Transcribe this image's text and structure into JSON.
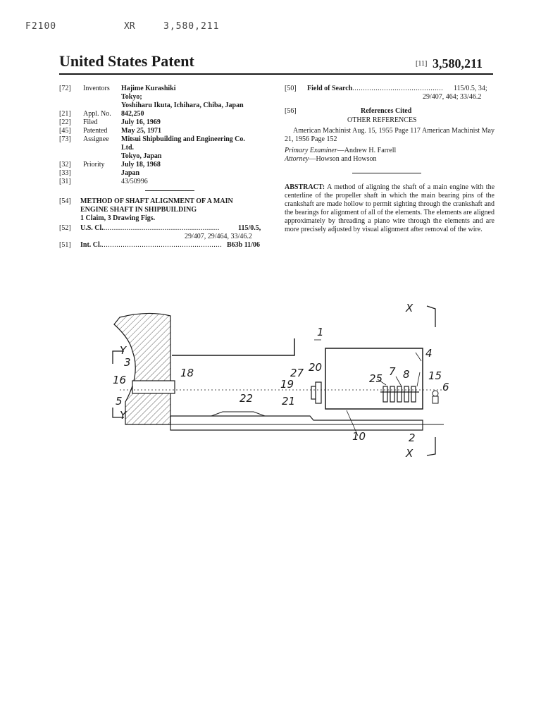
{
  "header": {
    "top_ids": "F2100",
    "xr_label": "XR",
    "xr_number": "3,580,211",
    "title": "United States Patent",
    "number_code": "[11]",
    "number": "3,580,211"
  },
  "left": {
    "inventors": {
      "code": "[72]",
      "label": "Inventors",
      "lines": [
        "Hajime Kurashiki",
        "Tokyo;",
        "Yoshiharu Ikuta, Ichihara, Chiba, Japan"
      ]
    },
    "appl": {
      "code": "[21]",
      "label": "Appl. No.",
      "value": "842,250"
    },
    "filed": {
      "code": "[22]",
      "label": "Filed",
      "value": "July 16, 1969"
    },
    "patented": {
      "code": "[45]",
      "label": "Patented",
      "value": "May 25, 1971"
    },
    "assignee": {
      "code": "[73]",
      "label": "Assignee",
      "lines": [
        "Mitsui Shipbuilding and Engineering Co.",
        "Ltd.",
        "Tokyo, Japan"
      ]
    },
    "priority": {
      "code": "[32]",
      "label": "Priority",
      "value": "July 18, 1968"
    },
    "country": {
      "code": "[33]",
      "value": "Japan"
    },
    "serial": {
      "code": "[31]",
      "value": "43/50996"
    },
    "title_block": {
      "code": "[54]",
      "lines": [
        "METHOD OF SHAFT ALIGNMENT OF A MAIN",
        "ENGINE SHAFT IN SHIPBUILDING"
      ],
      "claims": "1 Claim, 3 Drawing Figs."
    },
    "us_cl": {
      "code": "[52]",
      "label": "U.S. Cl.",
      "value": "115/0.5,",
      "value2": "29/407, 29/464, 33/46.2"
    },
    "int_cl": {
      "code": "[51]",
      "label": "Int. Cl.",
      "value": "B63b 11/06"
    }
  },
  "right": {
    "field": {
      "code": "[50]",
      "label": "Field of Search",
      "value": "115/0.5, 34;",
      "value2": "29/407, 464; 33/46.2"
    },
    "refs": {
      "code": "[56]",
      "heading": "References Cited",
      "subheading": "OTHER REFERENCES",
      "text": "American Machinist Aug. 15, 1955 Page 117 American Machinist May 21, 1956 Page 152"
    },
    "examiner": {
      "label": "Primary Examiner",
      "value": "—Andrew H. Farrell"
    },
    "attorney": {
      "label": "Attorney",
      "value": "—Howson and Howson"
    },
    "abstract": {
      "label": "ABSTRACT:",
      "text": "A method of aligning the shaft of a main engine with the centerline of the propeller shaft in which the main bearing pins of the crankshaft are made hollow to permit sighting through the crankshaft and the bearings for alignment of all of the elements. The elements are aligned approximately by threading a piano wire through the elements and are more precisely adjusted by visual alignment after removal of the wire."
    }
  },
  "figure": {
    "labels": {
      "x_top": "X",
      "x_bottom": "X",
      "y_top": "Y",
      "y_bottom": "Y",
      "n1": "1",
      "n2": "2",
      "n3": "3",
      "n4": "4",
      "n5": "5",
      "n6": "6",
      "n7": "7",
      "n8": "8",
      "n10": "10",
      "n15": "15",
      "n16": "16",
      "n18": "18",
      "n19": "19",
      "n20": "20",
      "n21": "21",
      "n22": "22",
      "n25": "25",
      "n27": "27"
    }
  }
}
